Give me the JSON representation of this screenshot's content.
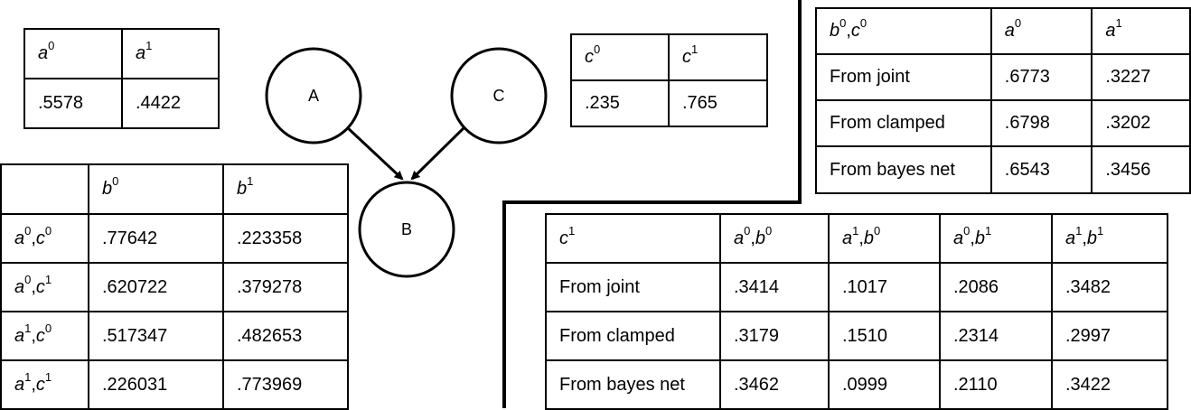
{
  "nodes": {
    "a": "A",
    "b": "B",
    "c": "C"
  },
  "table_a": {
    "headers": [
      {
        "var": "a",
        "sup": "0"
      },
      {
        "var": "a",
        "sup": "1"
      }
    ],
    "values": [
      ".5578",
      ".4422"
    ]
  },
  "table_c": {
    "headers": [
      {
        "var": "c",
        "sup": "0"
      },
      {
        "var": "c",
        "sup": "1"
      }
    ],
    "values": [
      ".235",
      ".765"
    ]
  },
  "table_b": {
    "col_headers": [
      {
        "var": "b",
        "sup": "0"
      },
      {
        "var": "b",
        "sup": "1"
      }
    ],
    "rows": [
      {
        "label": [
          {
            "var": "a",
            "sup": "0"
          },
          {
            "var": "c",
            "sup": "0"
          }
        ],
        "values": [
          ".77642",
          ".223358"
        ]
      },
      {
        "label": [
          {
            "var": "a",
            "sup": "0"
          },
          {
            "var": "c",
            "sup": "1"
          }
        ],
        "values": [
          ".620722",
          ".379278"
        ]
      },
      {
        "label": [
          {
            "var": "a",
            "sup": "1"
          },
          {
            "var": "c",
            "sup": "0"
          }
        ],
        "values": [
          ".517347",
          ".482653"
        ]
      },
      {
        "label": [
          {
            "var": "a",
            "sup": "1"
          },
          {
            "var": "c",
            "sup": "1"
          }
        ],
        "values": [
          ".226031",
          ".773969"
        ]
      }
    ]
  },
  "table_cond_bc": {
    "corner": [
      {
        "var": "b",
        "sup": "0"
      },
      {
        "var": "c",
        "sup": "0"
      }
    ],
    "col_headers": [
      [
        {
          "var": "a",
          "sup": "0"
        }
      ],
      [
        {
          "var": "a",
          "sup": "1"
        }
      ]
    ],
    "rows": [
      {
        "label": "From joint",
        "values": [
          ".6773",
          ".3227"
        ]
      },
      {
        "label": "From clamped",
        "values": [
          ".6798",
          ".3202"
        ]
      },
      {
        "label": "From bayes net",
        "values": [
          ".6543",
          ".3456"
        ]
      }
    ]
  },
  "table_cond_c": {
    "corner": [
      {
        "var": "c",
        "sup": "1"
      }
    ],
    "col_headers": [
      [
        {
          "var": "a",
          "sup": "0"
        },
        {
          "var": "b",
          "sup": "0"
        }
      ],
      [
        {
          "var": "a",
          "sup": "1"
        },
        {
          "var": "b",
          "sup": "0"
        }
      ],
      [
        {
          "var": "a",
          "sup": "0"
        },
        {
          "var": "b",
          "sup": "1"
        }
      ],
      [
        {
          "var": "a",
          "sup": "1"
        },
        {
          "var": "b",
          "sup": "1"
        }
      ]
    ],
    "rows": [
      {
        "label": "From joint",
        "values": [
          ".3414",
          ".1017",
          ".2086",
          ".3482"
        ]
      },
      {
        "label": "From clamped",
        "values": [
          ".3179",
          ".1510",
          ".2314",
          ".2997"
        ]
      },
      {
        "label": "From bayes net",
        "values": [
          ".3462",
          ".0999",
          ".2110",
          ".3422"
        ]
      }
    ]
  }
}
